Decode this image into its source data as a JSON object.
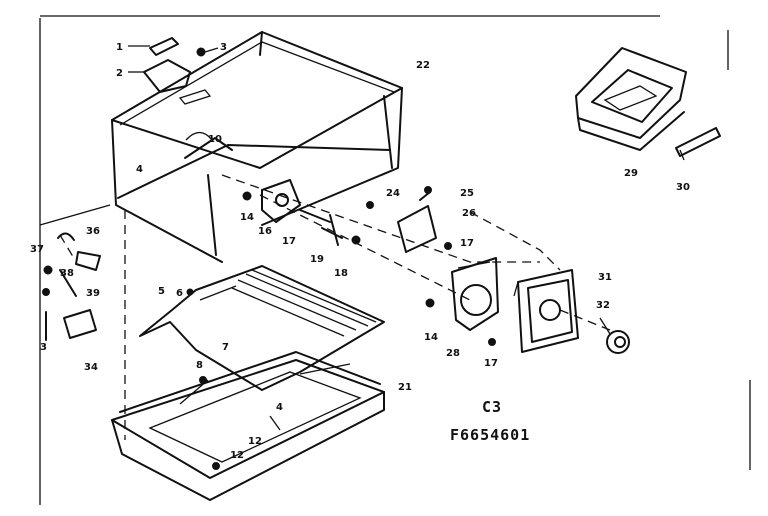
{
  "diagram": {
    "section": "C3",
    "drawing_number": "F6654601",
    "callouts": [
      "1",
      "2",
      "3",
      "22",
      "4",
      "10",
      "14",
      "16",
      "17",
      "19",
      "18",
      "24",
      "25",
      "26",
      "17",
      "31",
      "32",
      "14",
      "28",
      "17",
      "36",
      "37",
      "38",
      "39",
      "34",
      "3",
      "5",
      "6",
      "7",
      "8",
      "21",
      "4",
      "12",
      "12",
      "29",
      "30"
    ]
  }
}
